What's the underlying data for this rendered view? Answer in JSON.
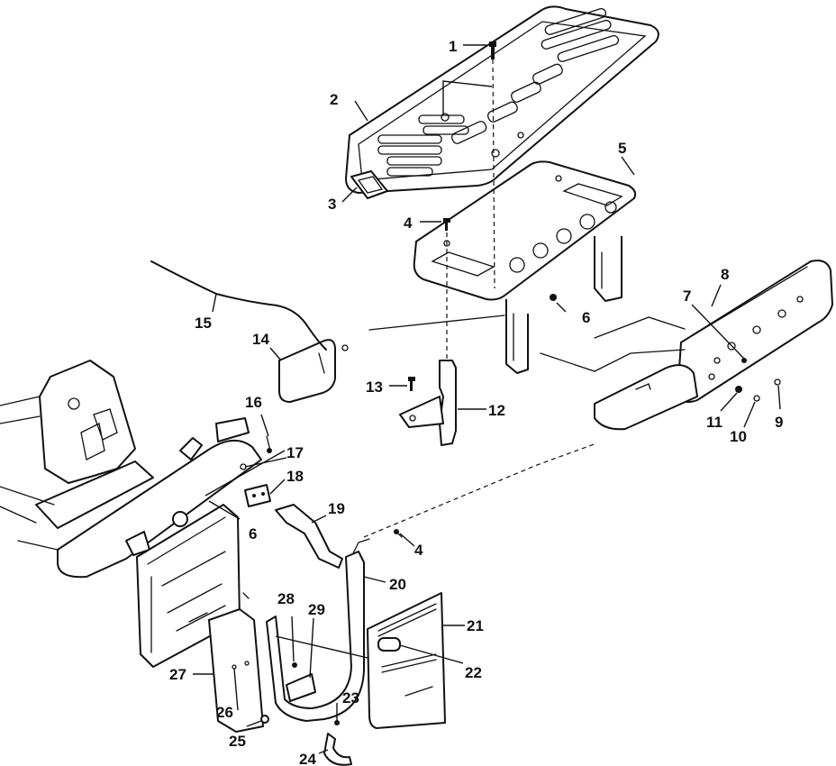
{
  "callouts": [
    "1",
    "2",
    "3",
    "4",
    "5",
    "6",
    "7",
    "8",
    "9",
    "10",
    "11",
    "12",
    "13",
    "14",
    "15",
    "16",
    "17",
    "18",
    "19",
    "20",
    "21",
    "22",
    "23",
    "24",
    "25",
    "26",
    "27",
    "28",
    "29",
    "4b",
    "6b"
  ],
  "labels": {
    "c1": "1",
    "c2": "2",
    "c3": "3",
    "c4": "4",
    "c4b": "4",
    "c5": "5",
    "c6": "6",
    "c6b": "6",
    "c7": "7",
    "c8": "8",
    "c9": "9",
    "c10": "10",
    "c11": "11",
    "c12": "12",
    "c13": "13",
    "c14": "14",
    "c15": "15",
    "c16": "16",
    "c17": "17",
    "c18": "18",
    "c19": "19",
    "c20": "20",
    "c21": "21",
    "c22": "22",
    "c23": "23",
    "c24": "24",
    "c25": "25",
    "c26": "26",
    "c27": "27",
    "c28": "28",
    "c29": "29"
  }
}
